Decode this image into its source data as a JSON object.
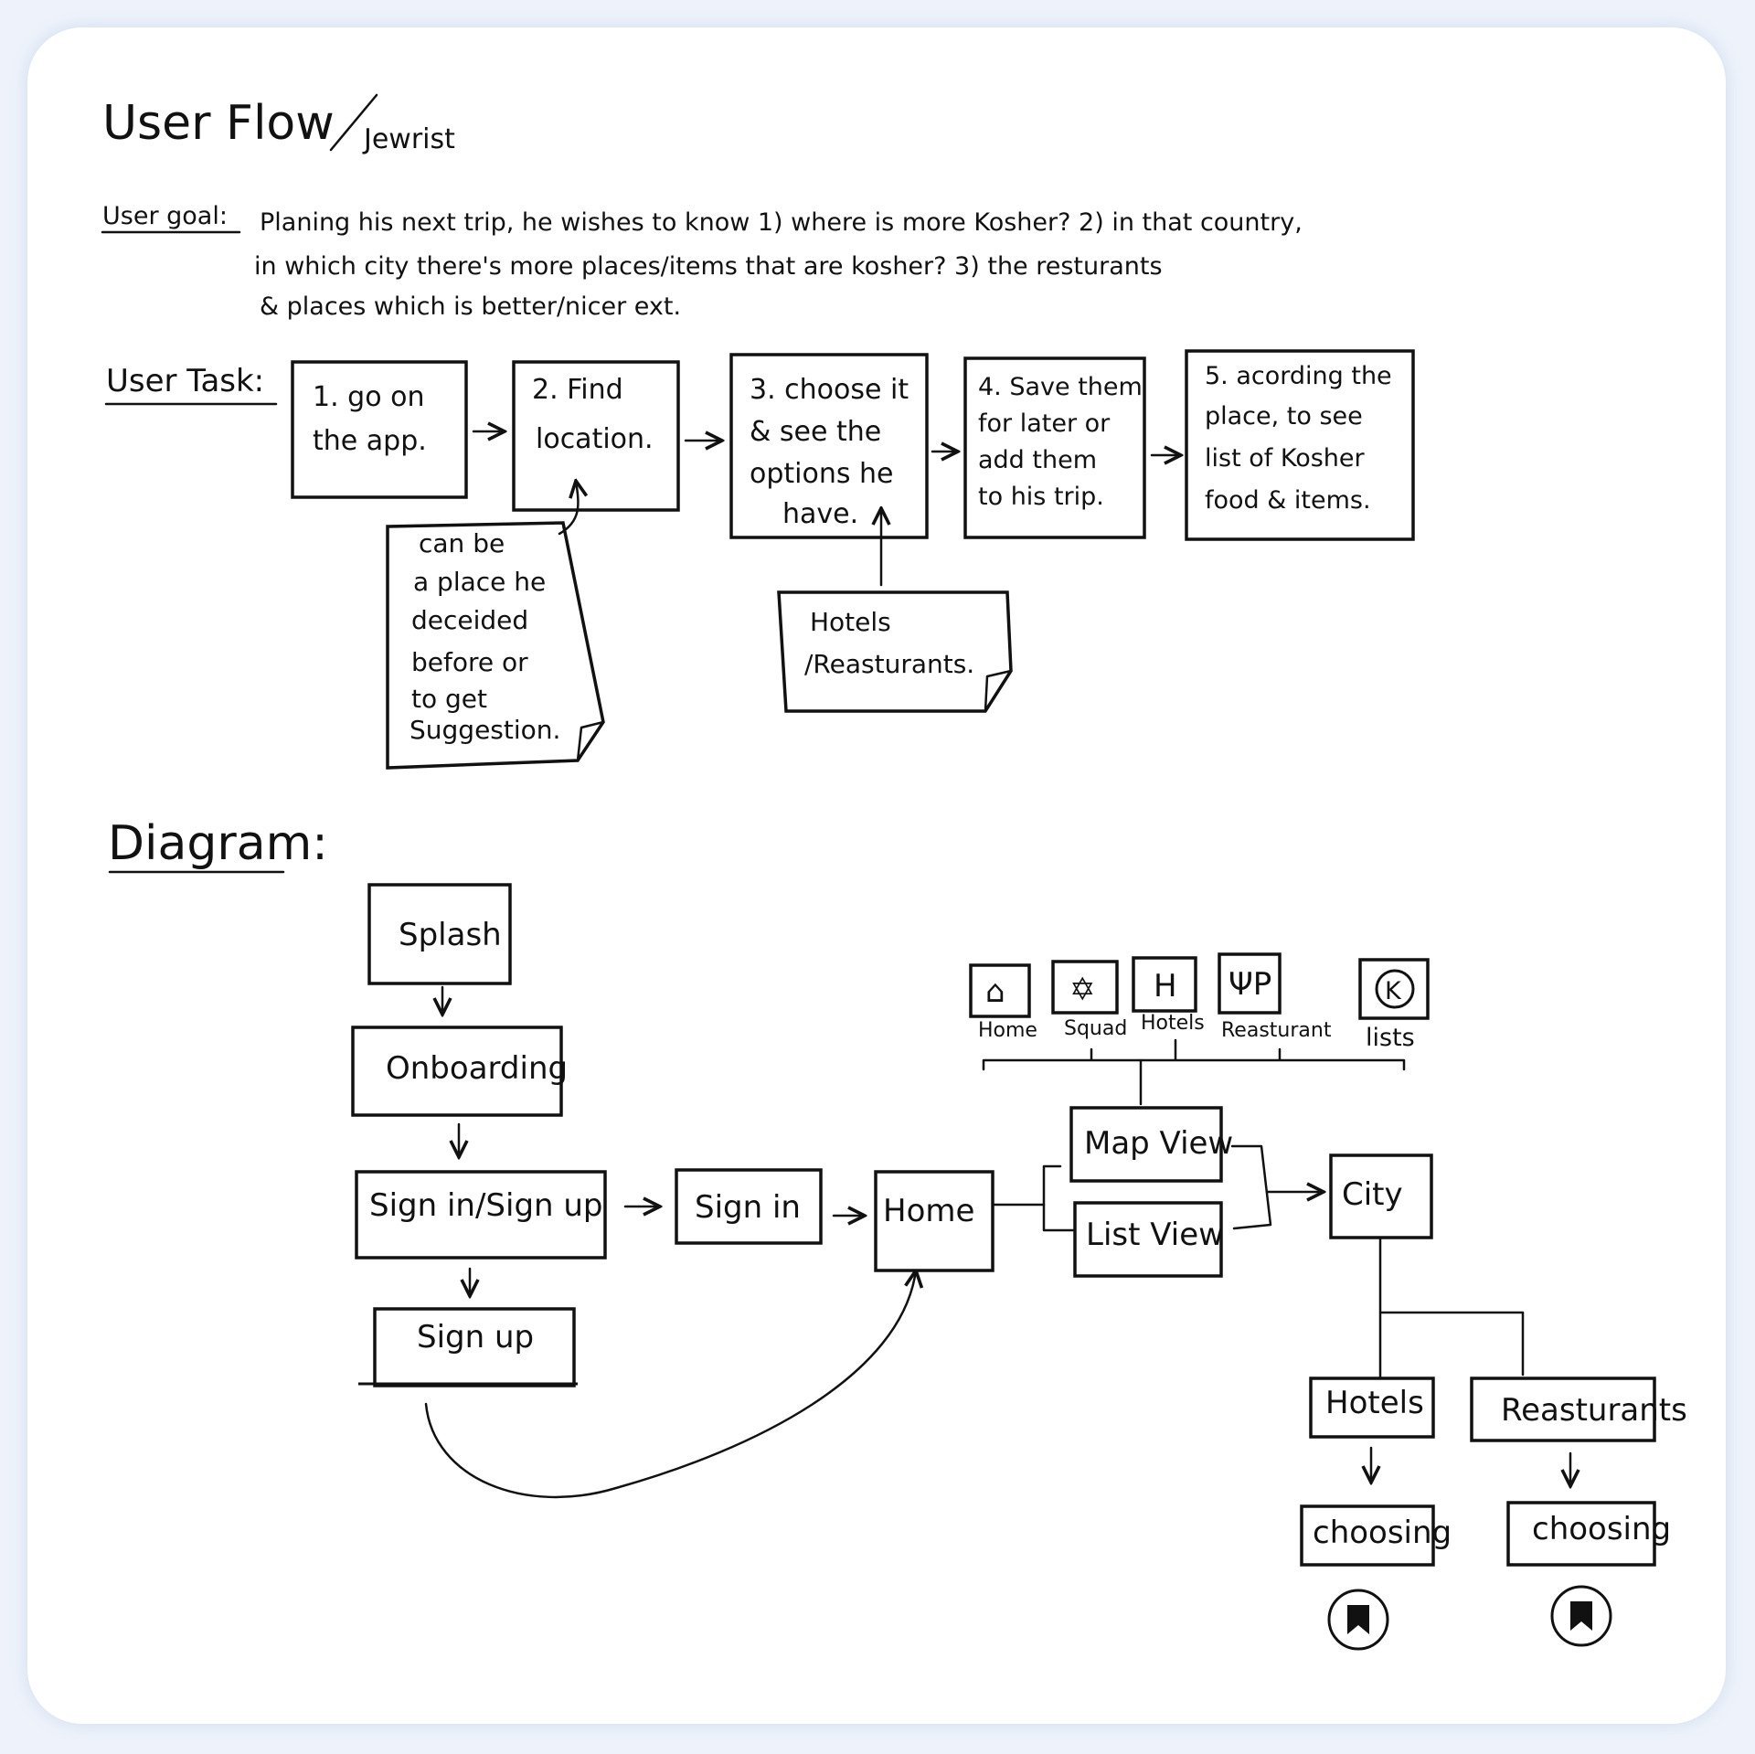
{
  "header": {
    "title": "User Flow",
    "subtitle": "Jewrist"
  },
  "goal": {
    "label": "User goal:",
    "lines": [
      "Planing his next trip, he wishes to know 1) where is more Kosher? 2) in that country,",
      "in which city there's more places/items that are kosher? 3) the resturants",
      "& places which is better/nicer ext."
    ]
  },
  "task": {
    "label": "User Task:",
    "steps": [
      {
        "lines": [
          "1. go on",
          "the app."
        ]
      },
      {
        "lines": [
          "2. Find",
          "location."
        ]
      },
      {
        "lines": [
          "3. choose it",
          "& see the",
          "options he",
          "have."
        ]
      },
      {
        "lines": [
          "4. Save them",
          "for later or",
          "add them",
          "to his trip."
        ]
      },
      {
        "lines": [
          "5. acording the",
          "place, to see",
          "list of Kosher",
          "food & items."
        ]
      }
    ],
    "notes": [
      {
        "lines": [
          "can be",
          "a place he",
          "deceided",
          "before or",
          "to get",
          "Suggestion."
        ]
      },
      {
        "lines": [
          "Hotels",
          "/Reasturants."
        ]
      }
    ]
  },
  "diagram": {
    "label": "Diagram:",
    "nodes": {
      "splash": "Splash",
      "onboarding": "Onboarding",
      "signin_signup": "Sign in/Sign up",
      "signin": "Sign in",
      "signup": "Sign up",
      "home": "Home",
      "map_view": "Map View",
      "list_view": "List View",
      "city": "City",
      "hotels": "Hotels",
      "restaurants": "Reasturants",
      "choosing_hotels": "choosing",
      "choosing_restaurants": "choosing"
    },
    "tabs": [
      {
        "label": "Home",
        "icon": "house-icon",
        "glyph": "⌂"
      },
      {
        "label": "Squad",
        "icon": "star-of-david-icon",
        "glyph": "✡"
      },
      {
        "label": "Hotels",
        "icon": "hotel-icon",
        "glyph": "H"
      },
      {
        "label": "Reasturant",
        "icon": "fork-knife-icon",
        "glyph": "ΨP"
      },
      {
        "label": "lists",
        "icon": "kosher-icon",
        "glyph": "K"
      }
    ]
  }
}
